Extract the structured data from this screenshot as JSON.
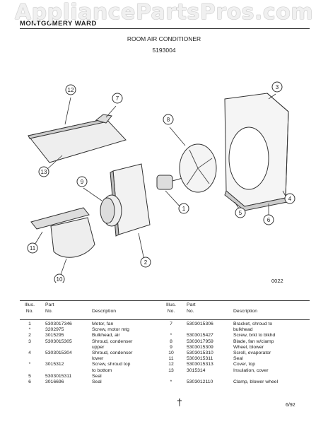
{
  "header": {
    "brand": "MONTGOMERY WARD",
    "title": "ROOM AIR CONDITIONER",
    "model": "5193004",
    "watermark": "AppliancePartsPros.com"
  },
  "diagram": {
    "callouts": [
      "12",
      "7",
      "8",
      "3",
      "13",
      "9",
      "4",
      "1",
      "5",
      "6",
      "11",
      "2",
      "10"
    ],
    "code": "0022"
  },
  "table": {
    "headers": {
      "illus": "Illus.",
      "no": "No.",
      "part": "Part",
      "part_no": "No.",
      "description": "Description"
    },
    "left": [
      {
        "illus": "1",
        "part": "5303017346",
        "desc": "Motor, fan"
      },
      {
        "illus": "*",
        "part": "3202975",
        "desc": "Screw, motor mtg"
      },
      {
        "illus": "2",
        "part": "3015295",
        "desc": "Bulkhead, air"
      },
      {
        "illus": "3",
        "part": "5303015305",
        "desc": "Shroud, condenser"
      },
      {
        "illus": "",
        "part": "",
        "desc": "upper"
      },
      {
        "illus": "4",
        "part": "5303015304",
        "desc": "Shroud, condenser"
      },
      {
        "illus": "",
        "part": "",
        "desc": "lower"
      },
      {
        "illus": "*",
        "part": "3015312",
        "desc": "Screw, shroud top"
      },
      {
        "illus": "",
        "part": "",
        "desc": "to bottom"
      },
      {
        "illus": "5",
        "part": "5303015311",
        "desc": "Seal"
      },
      {
        "illus": "6",
        "part": "3016696",
        "desc": "Seal"
      }
    ],
    "right": [
      {
        "illus": "7",
        "part": "5303015306",
        "desc": "Bracket, shroud to"
      },
      {
        "illus": "",
        "part": "",
        "desc": "bulkhead"
      },
      {
        "illus": "*",
        "part": "5303015427",
        "desc": "Screw, brkt to blkhd"
      },
      {
        "illus": "8",
        "part": "5303017959",
        "desc": "Blade, fan w/clamp"
      },
      {
        "illus": "9",
        "part": "5303015309",
        "desc": "Wheel, blower"
      },
      {
        "illus": "10",
        "part": "5303015310",
        "desc": "Scroll, evaporator"
      },
      {
        "illus": "11",
        "part": "5303015311",
        "desc": "Seal"
      },
      {
        "illus": "12",
        "part": "5303015313",
        "desc": "Cover, top"
      },
      {
        "illus": "13",
        "part": "3015314",
        "desc": "Insulation, cover"
      },
      {
        "illus": "",
        "part": "",
        "desc": ""
      },
      {
        "illus": "*",
        "part": "5303012110",
        "desc": "Clamp, blower wheel"
      }
    ]
  },
  "footer": {
    "date": "6/92",
    "mark": "†"
  }
}
